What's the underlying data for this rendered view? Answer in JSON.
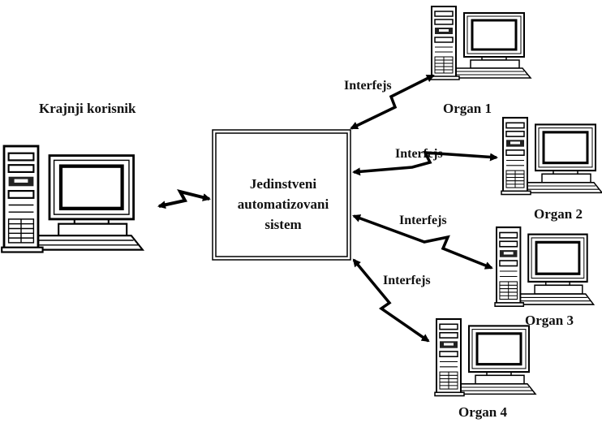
{
  "end_user": {
    "label": "Krajnji korisnik"
  },
  "central_system": {
    "lines": [
      "Jedinstveni",
      "automatizovani",
      "sistem"
    ]
  },
  "organs": [
    {
      "label": "Organ 1",
      "link_label": "Interfejs"
    },
    {
      "label": "Organ 2",
      "link_label": "Interfejs"
    },
    {
      "label": "Organ 3",
      "link_label": "Interfejs"
    },
    {
      "label": "Organ 4",
      "link_label": "Interfejs"
    }
  ]
}
